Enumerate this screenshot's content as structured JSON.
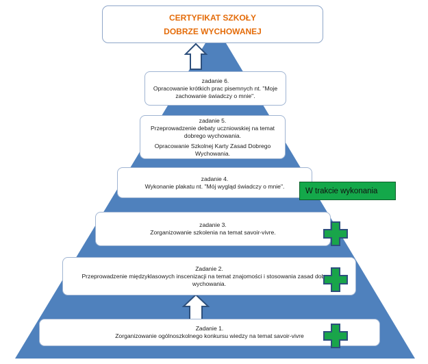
{
  "certificate": {
    "line1": "CERTYFIKAT SZKOŁY",
    "line2": "DOBRZE WYCHOWANEJ"
  },
  "tasks": [
    {
      "heading": "Zadanie 1.",
      "lines": [
        "Zorganizowanie ogólnoszkolnego konkursu wiedzy na temat savoir-vivre"
      ],
      "completed": true
    },
    {
      "heading": "Zadanie 2.",
      "lines": [
        "Przeprowadzenie międzyklasowych inscenizacji na temat znajomości i stosowania zasad dobrego wychowania."
      ],
      "completed": true
    },
    {
      "heading": "zadanie 3.",
      "lines": [
        "Zorganizowanie szkolenia na temat savoir-vivre."
      ],
      "completed": true
    },
    {
      "heading": "zadanie 4.",
      "lines": [
        "Wykonanie plakatu nt. \"Mój wygląd świadczy o mnie\"."
      ],
      "completed": false
    },
    {
      "heading": "zadanie 5.",
      "lines": [
        "Przeprowadzenie debaty uczniowskiej na temat dobrego wychowania.",
        "Opracowanie Szkolnej Karty Zasad Dobrego Wychowania."
      ],
      "completed": false
    },
    {
      "heading": "zadanie 6.",
      "lines": [
        "Opracowanie krótkich prac pisemnych nt. \"Moje zachowanie świadczy o mnie\"."
      ],
      "completed": false
    }
  ],
  "status_label": "W trakcie wykonania",
  "colors": {
    "pyramid": "#4f81bd",
    "certificate_text": "#e46c0a",
    "status_fill": "#14a84a",
    "plus_fill": "#19a54a",
    "plus_stroke": "#2d4f7c"
  }
}
